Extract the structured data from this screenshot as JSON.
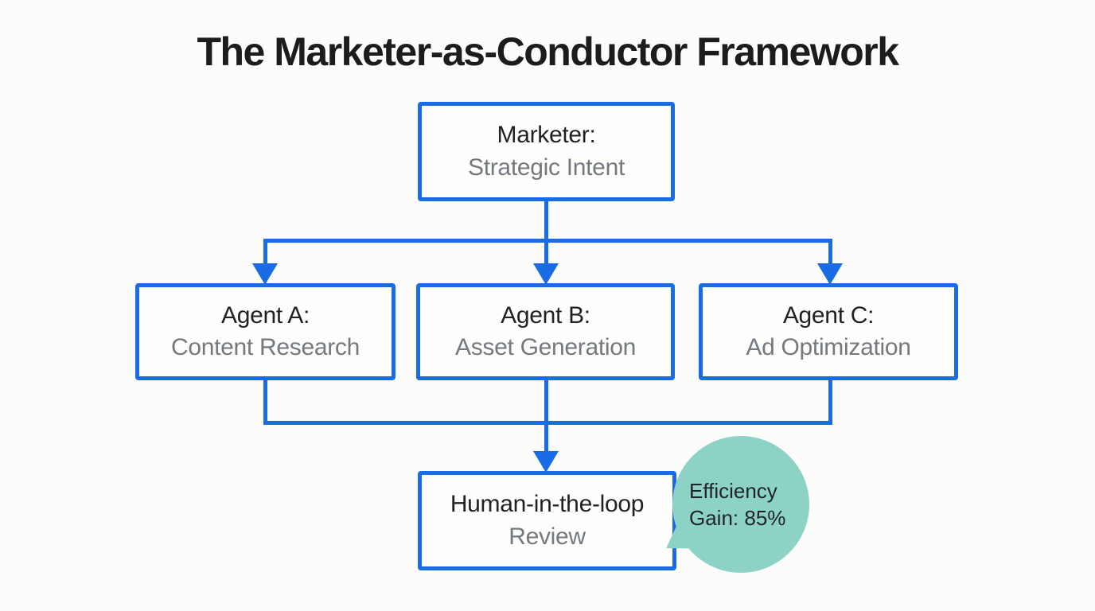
{
  "title": "The Marketer-as-Conductor Framework",
  "nodes": {
    "marketer": {
      "role": "Marketer:",
      "detail": "Strategic Intent"
    },
    "agent_a": {
      "role": "Agent A:",
      "detail": "Content Research"
    },
    "agent_b": {
      "role": "Agent B:",
      "detail": "Asset Generation"
    },
    "agent_c": {
      "role": "Agent C:",
      "detail": "Ad Optimization"
    },
    "review": {
      "role": "Human-in-the-loop",
      "detail": "Review"
    }
  },
  "badge": {
    "text": "Efficiency Gain: 85%"
  },
  "diagram": {
    "type": "flowchart",
    "edges": [
      {
        "from": "marketer",
        "to": "agent_a"
      },
      {
        "from": "marketer",
        "to": "agent_b"
      },
      {
        "from": "marketer",
        "to": "agent_c"
      },
      {
        "from": "agent_a",
        "to": "review"
      },
      {
        "from": "agent_b",
        "to": "review"
      },
      {
        "from": "agent_c",
        "to": "review"
      }
    ]
  },
  "colors": {
    "line_and_border": "#1a6ce4",
    "role_text": "#1f2124",
    "detail_text": "#74787f",
    "badge_background": "#8cd2c5",
    "badge_text": "#1e2428",
    "title_text": "#1b1c1e",
    "background": "#fcfcfb"
  }
}
